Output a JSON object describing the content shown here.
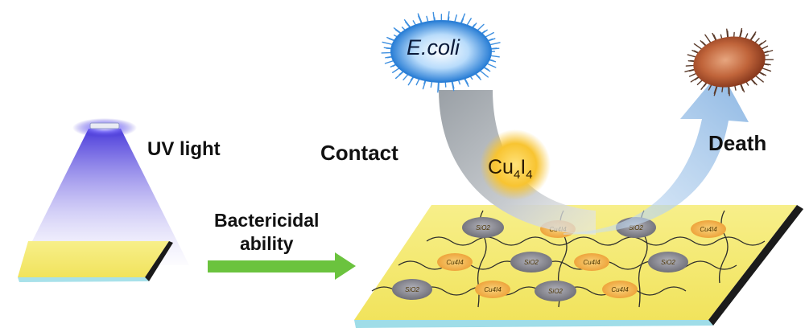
{
  "labels": {
    "uv_light": "UV light",
    "contact": "Contact",
    "death": "Death",
    "bactericidal": "Bactericidal",
    "ability": "ability",
    "ecoli": "E.coli",
    "cluster_base": "Cu",
    "cluster_sub1": "4",
    "cluster_mid": "I",
    "cluster_sub2": "4",
    "node_cu": "Cu4I4",
    "node_gray": "SiO2"
  },
  "colors": {
    "film_yellow": "#f6ee7e",
    "film_edge": "#9fdfe8",
    "uv_glow": "#5a4be0",
    "arrow_green": "#66c33a",
    "ecoli_blue": "#3d8fe0",
    "dead_bacterium": "#b8552d",
    "cluster_glow": "#f7c22a",
    "cu_node": "#f2b550",
    "gray_node": "#8e8e98"
  },
  "icons": [
    "uv-lamp-icon",
    "e-coli-bacterium-icon",
    "dead-bacterium-icon",
    "cu4i4-cluster-icon",
    "film-substrate-icon"
  ]
}
